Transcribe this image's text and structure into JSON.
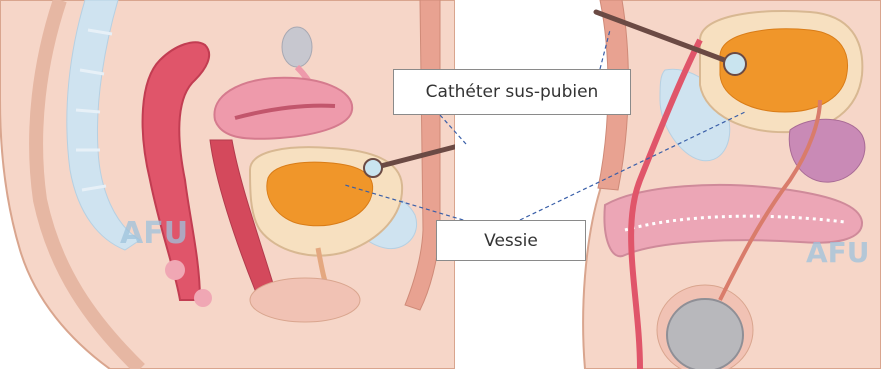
{
  "labels": {
    "catheter": "Cathéter sus-pubien",
    "bladder": "Vessie"
  },
  "watermarks": {
    "left": "AFU",
    "right": "AFU"
  },
  "colors": {
    "skin": "#f6d6c8",
    "skin_edge": "#d9a58e",
    "rectum": "#e0556a",
    "uterus": "#ee9aab",
    "bladder": "#f0962a",
    "bladder_wall": "#f7e0c0",
    "bone": "#cfe3f0",
    "catheter": "#6b4a44",
    "pointer": "#3a5fa8",
    "prostate": "#c98ab6",
    "testis": "#b8b8bc",
    "watermark": "#9ec3dd"
  }
}
